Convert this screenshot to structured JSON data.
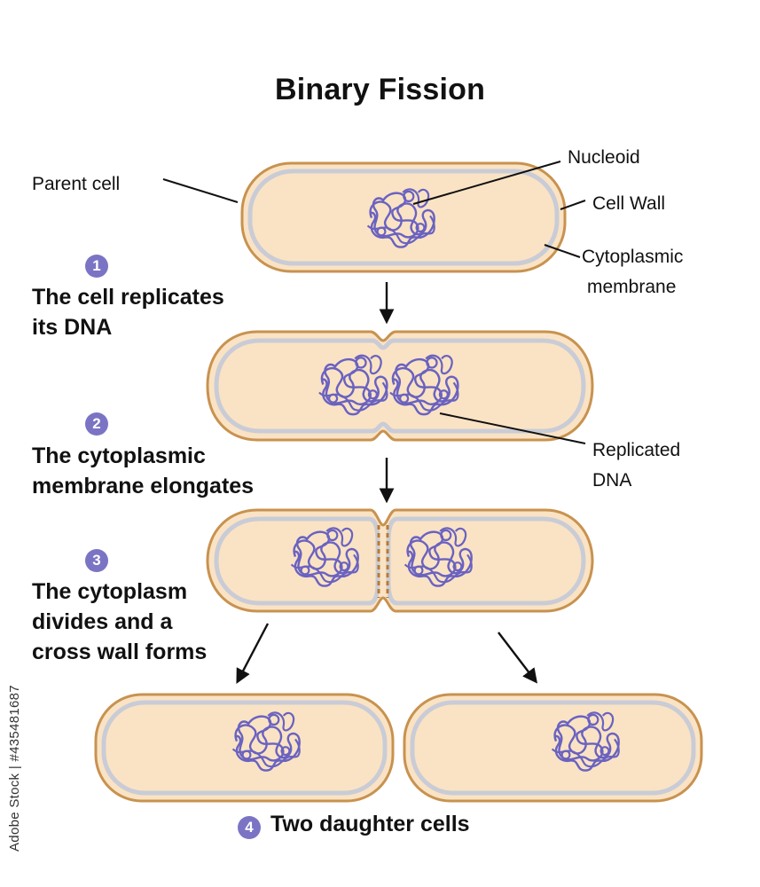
{
  "title": "Binary Fission",
  "labels": {
    "parent_cell": "Parent cell",
    "nucleoid": "Nucleoid",
    "cell_wall": "Cell Wall",
    "cytoplasmic_membrane_line1": "Cytoplasmic",
    "cytoplasmic_membrane_line2": "membrane",
    "replicated_dna_line1": "Replicated",
    "replicated_dna_line2": "DNA"
  },
  "steps": [
    {
      "number": "1",
      "lines": [
        "The cell replicates",
        "its DNA"
      ]
    },
    {
      "number": "2",
      "lines": [
        "The cytoplasmic",
        "membrane elongates"
      ]
    },
    {
      "number": "3",
      "lines": [
        "The cytoplasm",
        "divides and a",
        "cross wall forms"
      ]
    },
    {
      "number": "4",
      "lines": [
        "Two daughter cells"
      ]
    }
  ],
  "watermark": "Adobe Stock | #435481687",
  "colors": {
    "cell_wall": "#c8924f",
    "cytoplasm": "#fae3c4",
    "membrane": "#c9ccd6",
    "dna": "#6a62c0",
    "badge": "#7b74c4",
    "cross_wall": "#b97a30",
    "arrow": "#111111"
  }
}
